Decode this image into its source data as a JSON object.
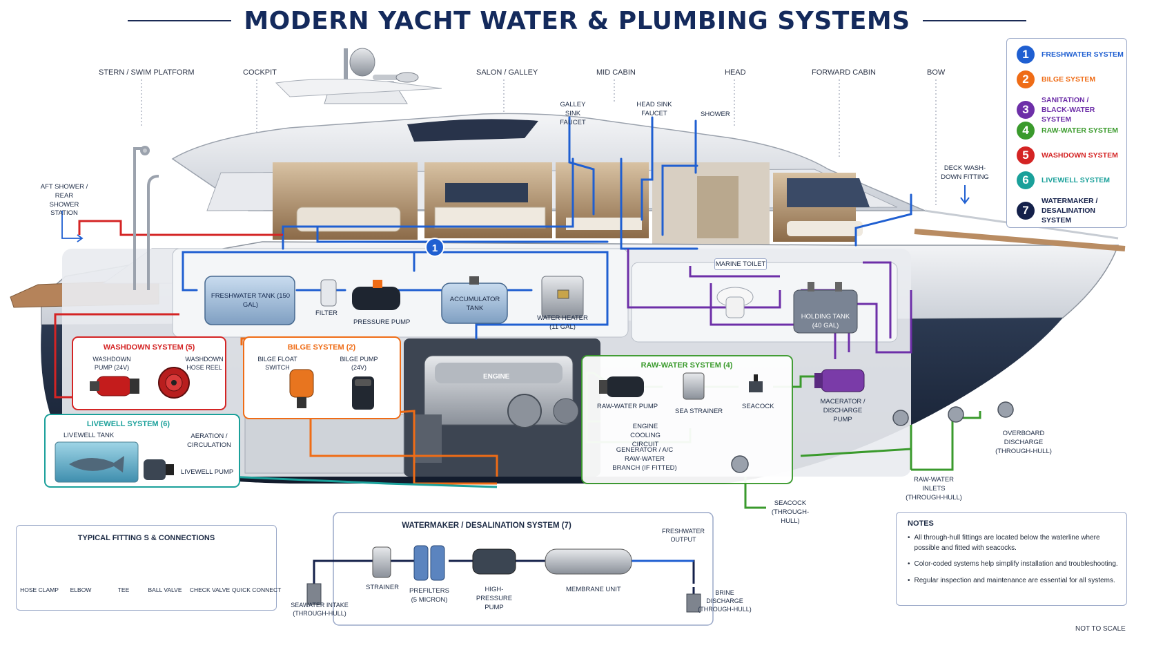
{
  "title": "MODERN YACHT WATER & PLUMBING SYSTEMS",
  "sections": [
    "STERN / SWIM PLATFORM",
    "COCKPIT",
    "SALON / GALLEY",
    "MID CABIN",
    "HEAD",
    "FORWARD CABIN",
    "BOW"
  ],
  "legend": [
    {
      "num": "1",
      "label": "FRESHWATER SYSTEM",
      "color": "#1f5fd1"
    },
    {
      "num": "2",
      "label": "BILGE SYSTEM",
      "color": "#ef6c16"
    },
    {
      "num": "3",
      "label": "SANITATION / BLACK-WATER SYSTEM",
      "color": "#6d2fa8"
    },
    {
      "num": "4",
      "label": "RAW-WATER SYSTEM",
      "color": "#3a9a2c"
    },
    {
      "num": "5",
      "label": "WASHDOWN SYSTEM",
      "color": "#d42424"
    },
    {
      "num": "6",
      "label": "LIVEWELL SYSTEM",
      "color": "#1aa09a"
    },
    {
      "num": "7",
      "label": "WATERMAKER / DESALINATION SYSTEM",
      "color": "#14204a"
    }
  ],
  "system_labels": {
    "washdown": "WASHDOWN SYSTEM (5)",
    "bilge": "BILGE SYSTEM (2)",
    "raw_water": "RAW-WATER SYSTEM (4)",
    "livewell": "LIVEWELL SYSTEM (6)",
    "watermaker": "WATERMAKER / DESALINATION SYSTEM (7)",
    "freshwater_badge": "1"
  },
  "callouts": {
    "aft_shower": "AFT SHOWER / REAR SHOWER STATION",
    "galley_faucet": "GALLEY SINK FAUCET",
    "head_faucet": "HEAD SINK FAUCET",
    "shower": "SHOWER",
    "deck_washdown": "DECK WASH-DOWN FITTING",
    "marine_toilet": "MARINE TOILET",
    "freshwater_tank": "FRESHWATER TANK (150 GAL)",
    "filter": "FILTER",
    "pressure_pump": "PRESSURE PUMP",
    "accumulator": "ACCUMULATOR TANK",
    "water_heater": "WATER HEATER (11 GAL)",
    "holding_tank": "HOLDING TANK (40 GAL)",
    "washdown_pump": "WASHDOWN PUMP (24V)",
    "hose_reel": "WASHDOWN HOSE REEL",
    "bilge_switch": "BILGE FLOAT SWITCH",
    "bilge_pump": "BILGE PUMP (24V)",
    "engine": "ENGINE",
    "raw_pump": "RAW-WATER PUMP",
    "sea_strainer": "SEA STRAINER",
    "seacock": "SEACOCK",
    "engine_cooling": "ENGINE COOLING CIRCUIT",
    "generator": "GENERATOR / A/C RAW-WATER BRANCH (IF FITTED)",
    "macerator": "MACERATOR / DISCHARGE PUMP",
    "livewell_tank": "LIVEWELL TANK",
    "aeration": "AERATION / CIRCULATION",
    "livewell_pump": "LIVEWELL PUMP",
    "overboard": "OVERBOARD DISCHARGE (THROUGH-HULL)",
    "raw_inlets": "RAW-WATER INLETS (THROUGH-HULL)",
    "seacock_hull": "SEACOCK (THROUGH-HULL)",
    "seawater_intake": "SEAWATER INTAKE (THROUGH-HULL)",
    "strainer": "STRAINER",
    "prefilters": "PREFILTERS (5 MICRON)",
    "hp_pump": "HIGH-PRESSURE PUMP",
    "membrane": "MEMBRANE UNIT",
    "fw_output": "FRESHWATER OUTPUT",
    "brine": "BRINE DISCHARGE (THROUGH-HULL)"
  },
  "fittings": {
    "title": "TYPICAL FITTING S & CONNECTIONS",
    "items": [
      {
        "label": "HOSE CLAMP",
        "icon": "hose-clamp-icon"
      },
      {
        "label": "ELBOW",
        "icon": "elbow-icon"
      },
      {
        "label": "TEE",
        "icon": "tee-icon"
      },
      {
        "label": "BALL VALVE",
        "icon": "ball-valve-icon"
      },
      {
        "label": "CHECK VALVE",
        "icon": "check-valve-icon"
      },
      {
        "label": "QUICK CONNECT",
        "icon": "quick-connect-icon"
      }
    ]
  },
  "notes": {
    "title": "NOTES",
    "items": [
      "All through-hull fittings are located below the waterline where possible and fitted with seacocks.",
      "Color-coded systems help simplify installation and troubleshooting.",
      "Regular inspection and maintenance are essential for all systems."
    ],
    "bullet": "•"
  },
  "footer": "NOT TO SCALE"
}
